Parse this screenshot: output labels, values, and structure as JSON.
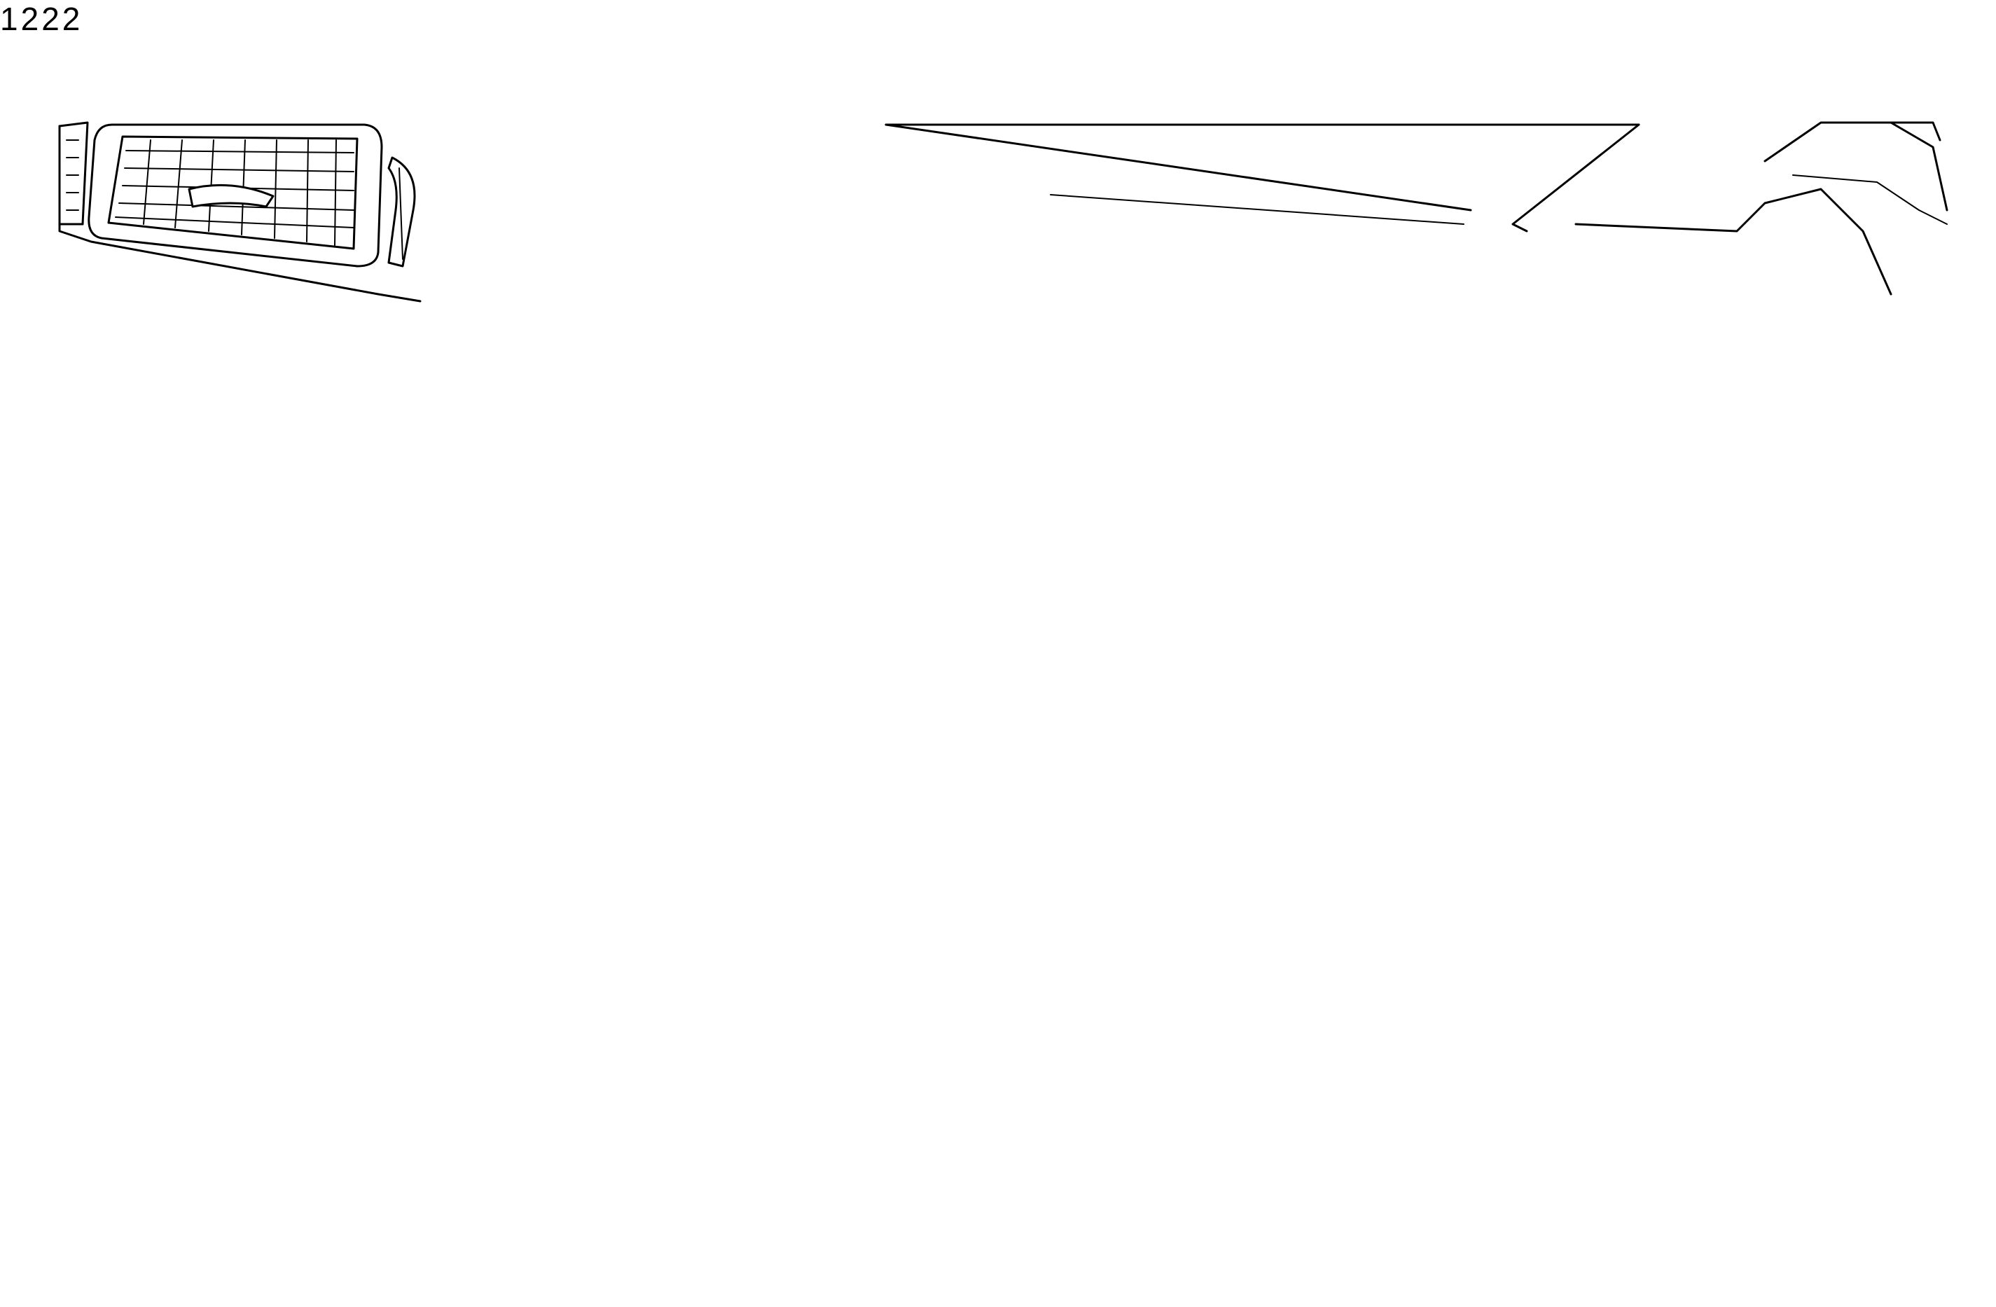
{
  "callouts": [
    {
      "id": "glove-box-trim-panel",
      "label": "1"
    },
    {
      "id": "retainer-left",
      "label": "2"
    },
    {
      "id": "retainer-center",
      "label": "2"
    },
    {
      "id": "retainer-right",
      "label": "2"
    }
  ]
}
